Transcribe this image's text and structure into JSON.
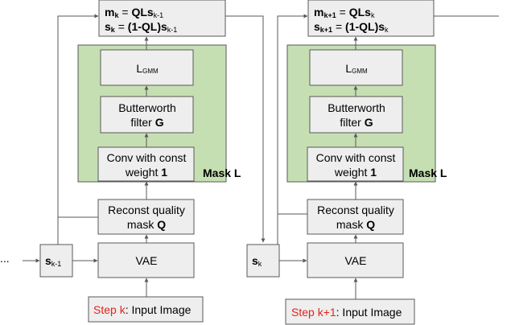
{
  "stages": [
    {
      "formula": {
        "m_var": "m",
        "m_var_sub": "k",
        "m_eq": " = ",
        "m_rhs": "QLs",
        "m_rhs_sub": "k-1",
        "s_var": "s",
        "s_var_sub": "k",
        "s_eq": " = ",
        "s_rhs": "(1-QL)s",
        "s_rhs_sub": "k-1"
      },
      "lgmm": {
        "main": "L",
        "sub": "GMM"
      },
      "butterworth": {
        "line1": "Butterworth",
        "line2_prefix": "filter ",
        "line2_bold": "G"
      },
      "conv": {
        "line1": "Conv with const",
        "line2_prefix": "weight ",
        "line2_bold": "1"
      },
      "mask_label": "Mask L",
      "recon": {
        "line1": "Reconst quality",
        "line2_prefix": "mask ",
        "line2_bold": "Q"
      },
      "state": {
        "main": "s",
        "sub": "k-1"
      },
      "vae": "VAE",
      "input": {
        "step": "Step k",
        "rest": ": Input Image"
      }
    },
    {
      "formula": {
        "m_var": "m",
        "m_var_sub": "k+1",
        "m_eq": " = ",
        "m_rhs": "QLs",
        "m_rhs_sub": "k",
        "s_var": "s",
        "s_var_sub": "k+1",
        "s_eq": " = ",
        "s_rhs": "(1-QL)s",
        "s_rhs_sub": "k"
      },
      "lgmm": {
        "main": "L",
        "sub": "GMM"
      },
      "butterworth": {
        "line1": "Butterworth",
        "line2_prefix": "filter ",
        "line2_bold": "G"
      },
      "conv": {
        "line1": "Conv with const",
        "line2_prefix": "weight ",
        "line2_bold": "1"
      },
      "mask_label": "Mask L",
      "recon": {
        "line1": "Reconst quality",
        "line2_prefix": "mask ",
        "line2_bold": "Q"
      },
      "state": {
        "main": "s",
        "sub": "k"
      },
      "vae": "VAE",
      "input": {
        "step": "Step k+1",
        "rest": ": Input Image"
      }
    }
  ],
  "ellipsis": "..."
}
